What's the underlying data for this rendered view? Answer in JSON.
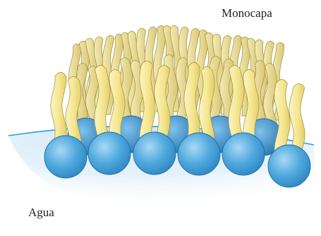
{
  "labels": {
    "monolayer": "Monocapa",
    "water": "Agua"
  },
  "colors": {
    "water_surface_line": "#2f9fd6",
    "water_fill": "#cfe6f6",
    "head_fill": "#4fa9de",
    "head_highlight": "#a9d8f6",
    "head_stroke": "#1d6ea6",
    "tail_fill": "#f5e68f",
    "tail_highlight": "#fbf4c6",
    "tail_stroke": "#a08e3f"
  },
  "icons": {
    "molecule_head": "sphere",
    "molecule_tail": "wavy-hydrocarbon-chain"
  }
}
